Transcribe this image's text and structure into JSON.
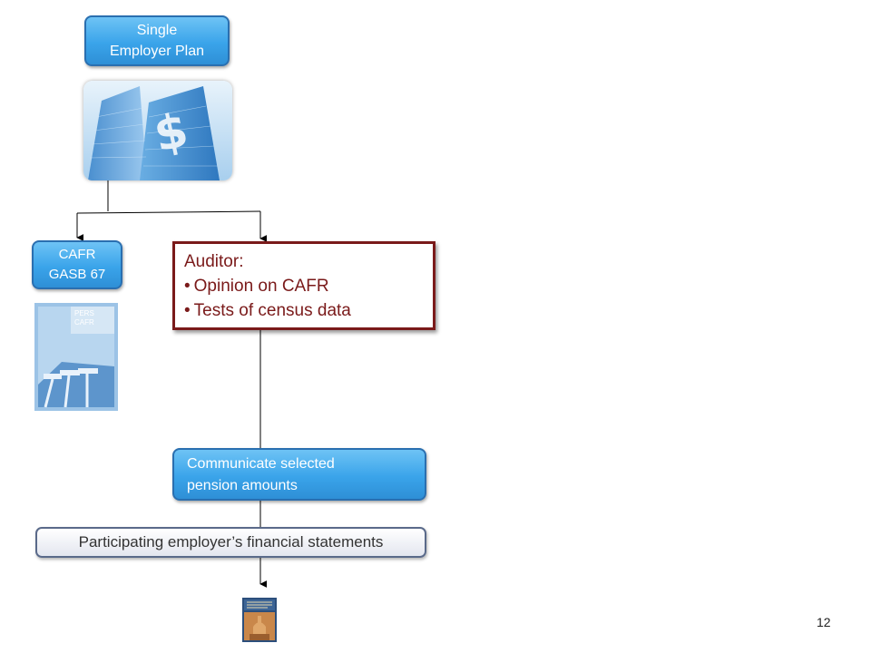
{
  "single_employer_plan": {
    "line1": "Single",
    "line2": "Employer Plan"
  },
  "cafr_box": {
    "line1": "CAFR",
    "line2": "GASB 67"
  },
  "cafr_cover": {
    "line1": "PERS",
    "line2": "CAFR"
  },
  "auditor": {
    "title": "Auditor:",
    "items": [
      "Opinion on CAFR",
      "Tests of census data"
    ]
  },
  "communicate_box": {
    "line1": "Communicate selected",
    "line2": "pension amounts"
  },
  "employer_statements": "Participating employer’s financial statements",
  "page_number": "12",
  "colors": {
    "box_blue": "#3aa4ea",
    "auditor_border": "#7a1a1a",
    "auditor_text": "#7a1a1a"
  }
}
